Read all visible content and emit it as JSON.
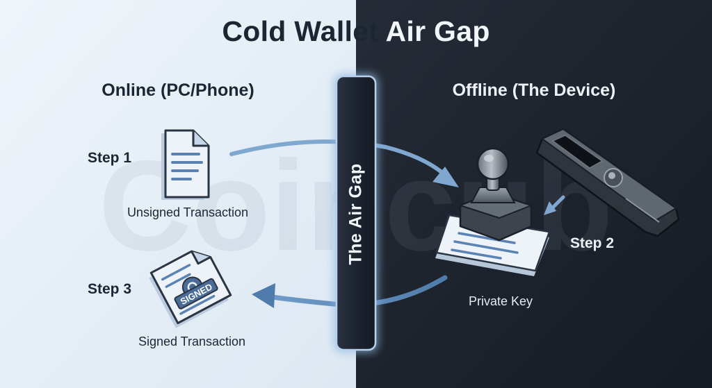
{
  "title": {
    "dark_part": "Cold Wallet",
    "light_part": " Air Gap"
  },
  "watermark": "Coincub",
  "online": {
    "heading": "Online (PC/Phone)"
  },
  "offline": {
    "heading": "Offline (The Device)"
  },
  "air_gap": {
    "label": "The Air Gap"
  },
  "steps": {
    "step1": {
      "label": "Step 1",
      "caption": "Unsigned Transaction"
    },
    "step2": {
      "label": "Step 2",
      "caption": "Private Key"
    },
    "step3": {
      "label": "Step 3",
      "caption": "Signed Transaction",
      "stamp_text": "SIGNED"
    }
  },
  "colors": {
    "online_bg": "#e6eef6",
    "offline_bg": "#1e2530",
    "accent": "#7fa7cf",
    "dark_text": "#1c2633",
    "light_text": "#eef2f7"
  },
  "icons": [
    "document-icon",
    "stamp-icon",
    "hardware-wallet-icon",
    "signed-document-icon",
    "arrow-icon"
  ]
}
